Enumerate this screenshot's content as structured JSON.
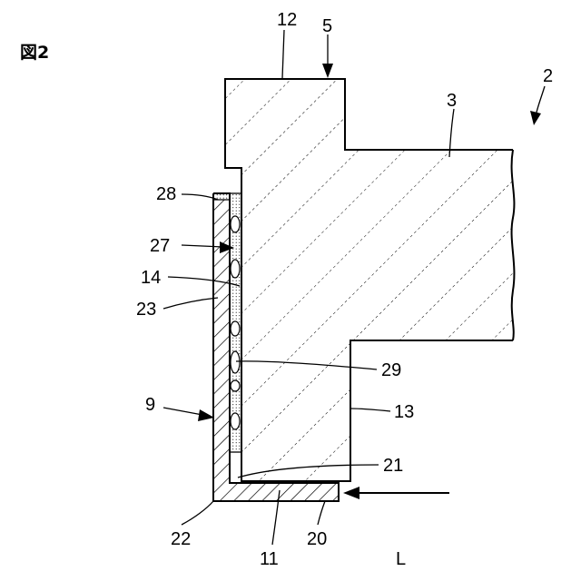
{
  "figure_label": "図2",
  "labels": {
    "n2": "2",
    "n3": "3",
    "n5": "5",
    "n9": "9",
    "n11": "11",
    "n12": "12",
    "n13": "13",
    "n14": "14",
    "n20": "20",
    "n21": "21",
    "n22": "22",
    "n23": "23",
    "n27": "27",
    "n28": "28",
    "n29": "29",
    "nL": "L"
  }
}
